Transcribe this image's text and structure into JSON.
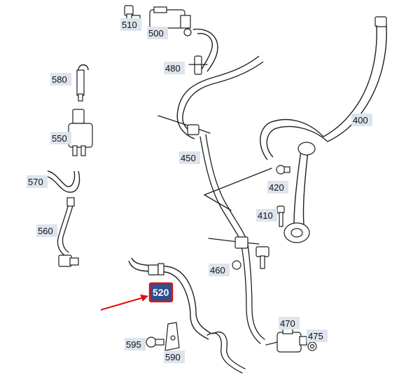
{
  "callouts": {
    "p510": "510",
    "p500": "500",
    "p480": "480",
    "p580": "580",
    "p550": "550",
    "p570": "570",
    "p560": "560",
    "p450": "450",
    "p400": "400",
    "p420": "420",
    "p410": "410",
    "p460": "460",
    "p520": "520",
    "p470": "470",
    "p475": "475",
    "p595": "595",
    "p590": "590"
  },
  "highlight": {
    "part": "520",
    "color": "#e01010",
    "fill": "#2f4f8f"
  },
  "colors": {
    "line": "#1f1f1f",
    "callout_bg": "#dde4ee"
  }
}
